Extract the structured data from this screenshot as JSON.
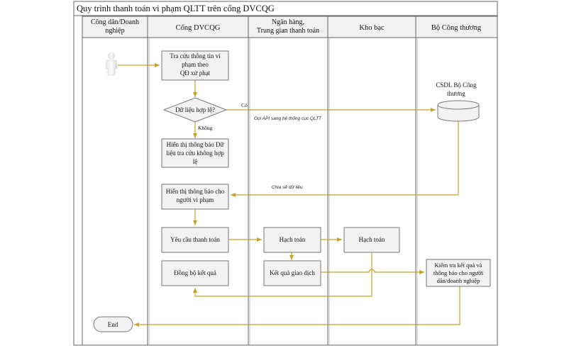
{
  "title": "Quy trình thanh toán vi phạm QLTT trên cổng DVCQG",
  "lanes": [
    {
      "name": "Công dân/Doanh",
      "name2": "nghiệp"
    },
    {
      "name": "Cổng DVCQG",
      "name2": ""
    },
    {
      "name": "Ngân hàng,",
      "name2": "Trung gian thanh toán"
    },
    {
      "name": "Kho bạc",
      "name2": ""
    },
    {
      "name": "Bộ Công thương",
      "name2": ""
    }
  ],
  "boxes": {
    "lookup": [
      "Tra cứu thông tin vi",
      "phạm theo",
      "QĐ xử phạt"
    ],
    "invalid": [
      "Hiển thị thông báo Dữ",
      "liệu tra cứu không hợp",
      "lệ"
    ],
    "notify": [
      "Hiển thị thông báo cho",
      "người vi phạm"
    ],
    "pay_request": [
      "Yêu cầu thanh toán"
    ],
    "sync": [
      "Đồng bộ kết quả"
    ],
    "bank_account": [
      "Hạch toán"
    ],
    "bank_result": [
      "Kết quả giao dịch"
    ],
    "treasury_account": [
      "Hạch toán"
    ],
    "ministry_check": [
      "Kiểm tra kết quả và",
      "thông báo cho người",
      "dân/doanh nghiệp"
    ]
  },
  "decision": "Dữ liệu hợp lệ?",
  "database": [
    "CSDL Bộ Công",
    "thương"
  ],
  "end": "End",
  "labels": {
    "yes": "Có",
    "no": "Không",
    "api_call": "Gọi API sang hệ thống cục QLTT",
    "share_data": "Chia sẻ dữ liệu"
  },
  "colors": {
    "connector": "#c8a227",
    "box_fill": "#f2f2f2",
    "box_stroke": "#777777",
    "header_fill": "#f2f2f2",
    "grid": "#666666"
  }
}
